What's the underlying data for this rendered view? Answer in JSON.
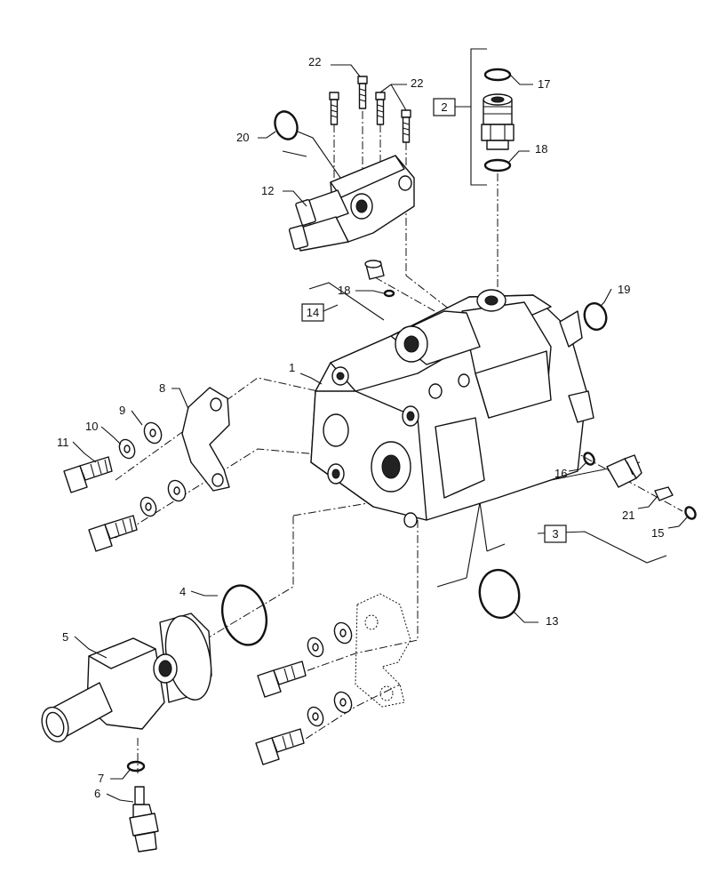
{
  "callouts": {
    "c1": "1",
    "c2": "2",
    "c3": "3",
    "c4": "4",
    "c5": "5",
    "c6": "6",
    "c7": "7",
    "c8": "8",
    "c9": "9",
    "c10": "10",
    "c11": "11",
    "c12": "12",
    "c13": "13",
    "c14": "14",
    "c15": "15",
    "c16": "16",
    "c17": "17",
    "c18a": "18",
    "c18b": "18",
    "c19": "19",
    "c20": "20",
    "c21": "21",
    "c22a": "22",
    "c22b": "22"
  },
  "colors": {
    "line": "#111111",
    "fill": "#d8d8d8",
    "background": "#ffffff"
  }
}
